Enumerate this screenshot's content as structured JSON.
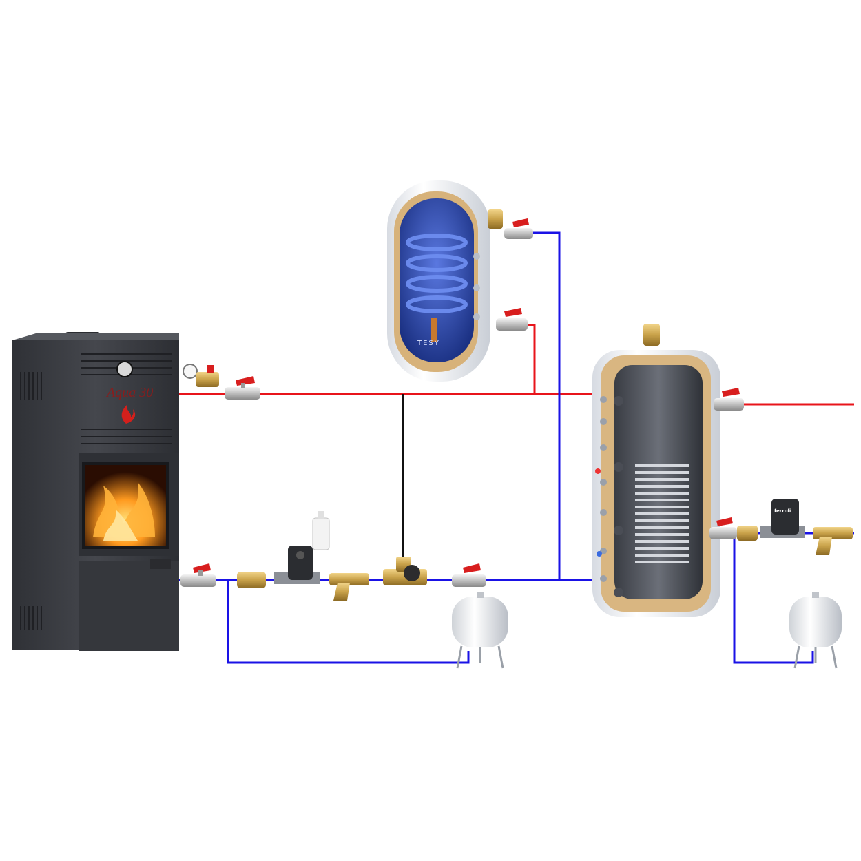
{
  "stove": {
    "model_label": "Aqua 30"
  },
  "water_heater": {
    "brand": "TESY"
  },
  "pumps": {
    "brand": "ferroli"
  },
  "colors": {
    "hot_pipe": "#e8141b",
    "cold_pipe": "#1a12e6",
    "control_line": "#111111",
    "brass": "#c9a24a",
    "valve_handle": "#d81e1e",
    "stove_body": "#3b3d42"
  },
  "components": [
    "solid-fuel-stove",
    "electric-water-heater-with-coil",
    "buffer-tank-with-coil",
    "expansion-vessel",
    "expansion-vessel",
    "circulation-pump",
    "circulation-pump",
    "three-way-mixing-valve",
    "y-strainer",
    "y-strainer",
    "ball-valve",
    "check-valve",
    "safety-group",
    "air-vent",
    "pump-thermostat"
  ]
}
